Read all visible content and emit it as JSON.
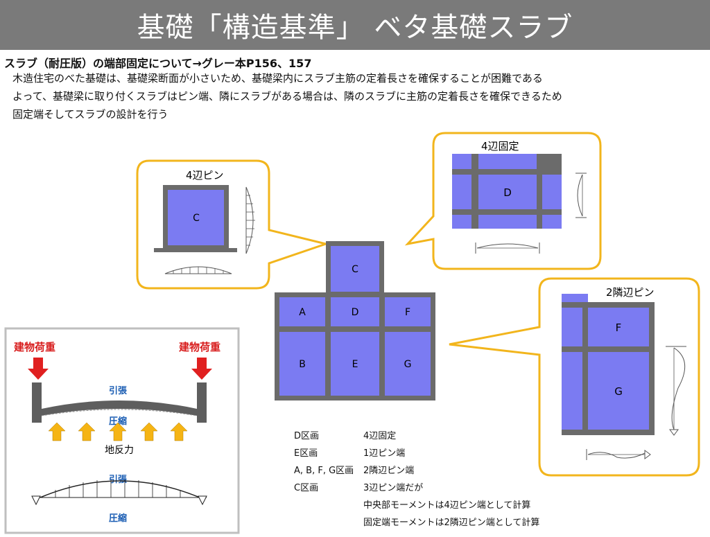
{
  "title": "基礎「構造基準」 ベタ基礎スラブ",
  "subheading": "スラブ（耐圧版）の端部固定について→グレー本P156、157",
  "paragraph": [
    "木造住宅のべた基礎は、基礎梁断面が小さいため、基礎梁内にスラブ主筋の定着長さを確保することが困難である",
    "よって、基礎梁に取り付くスラブはピン端、隣にスラブがある場合は、隣のスラブに主筋の定着長さを確保できるため",
    "固定端そしてスラブの設計を行う"
  ],
  "callouts": {
    "pin4": {
      "title": "4辺ピン",
      "slab": "C"
    },
    "fixed4": {
      "title": "4辺固定",
      "slab": "D"
    },
    "adj2": {
      "title": "2隣辺ピン",
      "slabs": [
        "F",
        "G"
      ]
    }
  },
  "plan": {
    "slabs": [
      "C",
      "A",
      "D",
      "F",
      "B",
      "E",
      "G"
    ]
  },
  "load_diagram": {
    "building_load": "建物荷重",
    "tension": "引張",
    "compression": "圧縮",
    "ground_reaction": "地反力"
  },
  "legend": [
    {
      "zone": "D区画",
      "desc": "4辺固定"
    },
    {
      "zone": "E区画",
      "desc": "1辺ピン端"
    },
    {
      "zone": "A, B, F, G区画",
      "desc": "2隣辺ピン端"
    },
    {
      "zone": "C区画",
      "desc": "3辺ピン端だが"
    },
    {
      "zone": "",
      "desc": "中央部モーメントは4辺ピン端として計算"
    },
    {
      "zone": "",
      "desc": "固定端モーメントは2隣辺ピン端として計算"
    }
  ],
  "colors": {
    "slab": "#7b7bf2",
    "beam": "#6b6b6b",
    "callout_border": "#f2b51c",
    "title_bg": "#7a7a7a",
    "load_arrow": "#e02020",
    "reaction_arrow": "#f5b414"
  }
}
